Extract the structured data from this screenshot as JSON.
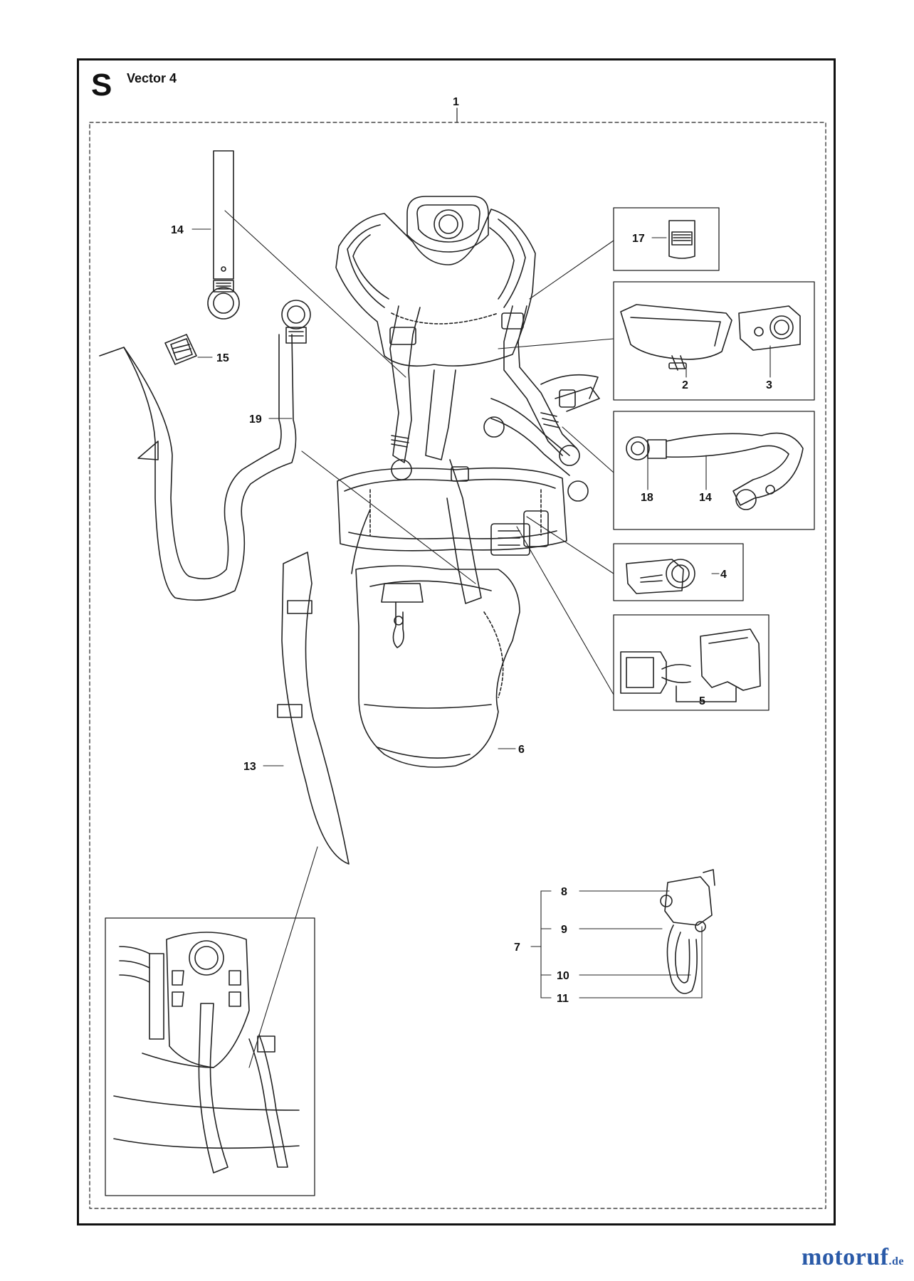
{
  "header": {
    "section_letter": "S",
    "model": "Vector 4"
  },
  "callouts": {
    "c1": "1",
    "c2": "2",
    "c3": "3",
    "c4": "4",
    "c5": "5",
    "c6": "6",
    "c7": "7",
    "c8": "8",
    "c9": "9",
    "c10": "10",
    "c11": "11",
    "c13": "13",
    "c14a": "14",
    "c14b": "14",
    "c15": "15",
    "c17": "17",
    "c18": "18",
    "c19": "19"
  },
  "watermark": {
    "brand": "motoruf",
    "tld": ".de",
    "color": "#2a5aa8"
  }
}
